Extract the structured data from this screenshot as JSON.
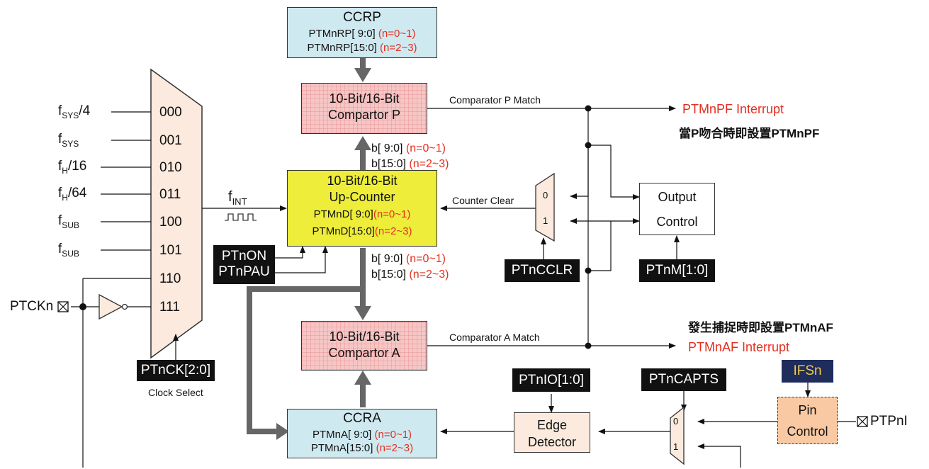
{
  "ccrp": {
    "title": "CCRP",
    "line1": "PTMnRP[  9:0] ",
    "line1_n": "(n=0~1)",
    "line2": "PTMnRP[15:0] ",
    "line2_n": "(n=2~3)"
  },
  "cmp_p": {
    "line1": "10-Bit/16-Bit",
    "line2": "Compartor P"
  },
  "cmp_a": {
    "line1": "10-Bit/16-Bit",
    "line2": "Compartor A"
  },
  "counter": {
    "line1": "10-Bit/16-Bit",
    "line2": "Up-Counter",
    "line3": "PTMnD[  9:0]",
    "line3_n": "(n=0~1)",
    "line4": "PTMnD[15:0]",
    "line4_n": "(n=2~3)"
  },
  "ccra": {
    "title": "CCRA",
    "line1": "PTMnA[  9:0] ",
    "line1_n": "(n=0~1)",
    "line2": "PTMnA[15:0] ",
    "line2_n": "(n=2~3)"
  },
  "bus_top": {
    "line1": "b[  9:0] ",
    "line1_n": "(n=0~1)",
    "line2": "b[15:0] ",
    "line2_n": "(n=2~3)"
  },
  "bus_bottom": {
    "line1": "b[  9:0] ",
    "line1_n": "(n=0~1)",
    "line2": "b[15:0] ",
    "line2_n": "(n=2~3)"
  },
  "clock_mux": {
    "sources": [
      {
        "main": "f",
        "sub": "SYS",
        "tail": "/4",
        "code": "000"
      },
      {
        "main": "f",
        "sub": "SYS",
        "tail": "",
        "code": "001"
      },
      {
        "main": "f",
        "sub": "H",
        "tail": "/16",
        "code": "010"
      },
      {
        "main": "f",
        "sub": "H",
        "tail": "/64",
        "code": "011"
      },
      {
        "main": "f",
        "sub": "SUB",
        "tail": "",
        "code": "100"
      },
      {
        "main": "f",
        "sub": "SUB",
        "tail": "",
        "code": "101"
      },
      {
        "main": "",
        "sub": "",
        "tail": "",
        "code": "110"
      },
      {
        "main": "",
        "sub": "",
        "tail": "",
        "code": "111"
      }
    ],
    "select": "PTnCK[2:0]",
    "select_caption": "Clock Select"
  },
  "fint": {
    "main": "f",
    "sub": "INT"
  },
  "ptckn": "PTCKn",
  "ptnon": "PTnON",
  "ptnpau": "PTnPAU",
  "signals": {
    "cmp_p_match": "Comparator P Match",
    "cmp_a_match": "Comparator A Match",
    "counter_clear": "Counter Clear"
  },
  "interrupts": {
    "ptmnpf": "PTMnPF Interrupt",
    "ptmnpf_note": "當P吻合時即設置PTMnPF",
    "ptmnaf": "PTMnAF Interrupt",
    "ptmnaf_note": "發生捕捉時即設置PTMnAF"
  },
  "clr_mux": {
    "in0": "0",
    "in1": "1",
    "select": "PTnCCLR"
  },
  "output_control": {
    "line1": "Output",
    "line2": "Control",
    "select": "PTnM[1:0]"
  },
  "edge_detector": {
    "line1": "Edge",
    "line2": "Detector",
    "select": "PTnIO[1:0]"
  },
  "capts_mux": {
    "in0": "0",
    "in1": "1",
    "select": "PTnCAPTS"
  },
  "pin_control": {
    "line1": "Pin",
    "line2": "Control",
    "select": "IFSn"
  },
  "ptpni": "PTPnI",
  "colors": {
    "accent_red": "#e32f20",
    "ifsn_text": "#f2c94c",
    "ifsn_bg": "#1f2d5c"
  }
}
